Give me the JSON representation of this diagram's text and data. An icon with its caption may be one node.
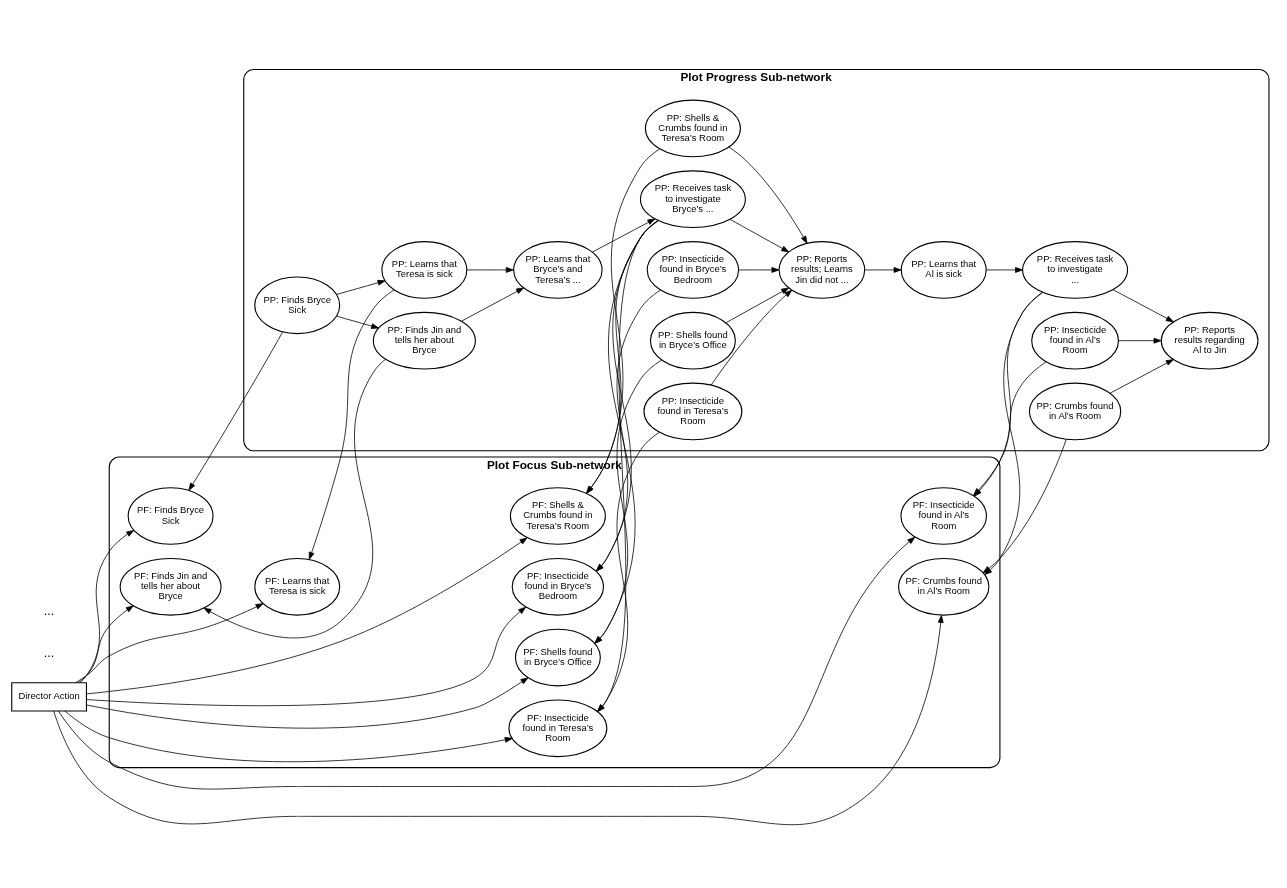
{
  "diagram": {
    "nodes": [
      {
        "text": [
          "Director Action"
        ]
      },
      {
        "text": [
          "Plot Focus Sub-network"
        ]
      },
      {
        "text": [
          "Plot Progress Sub-network"
        ]
      },
      {
        "text": [
          "PF: Insecticide found in Al’s Room"
        ],
        "in": 1
      },
      {
        "text": [
          "PF: Crumbs found in Al’s Room"
        ],
        "in": 1
      },
      {
        "text": [
          "PF: Insecticide found in Bryce’s Bedroom"
        ],
        "in": 1
      },
      {
        "text": [
          "PF: Shells found in Bryce’s Office"
        ],
        "in": 1
      },
      {
        "text": [
          "PF: Insecticide found in Teresa’s Room"
        ],
        "in": 1
      },
      {
        "text": [
          "PF: Shells & Crumbs found in Teresa’s Room"
        ],
        "in": 1
      },
      {
        "text": [
          "PF: Learns that Teresa is sick"
        ],
        "in": 1
      },
      {
        "text": [
          "PF: Finds Bryce Sick"
        ],
        "in": 1
      },
      {
        "text": [
          "PF: Finds Jin and tells her about Bryce"
        ],
        "in": 1
      },
      {
        "text": [
          "PP: Insecticide found in Al’s Room"
        ],
        "in": 2
      },
      {
        "text": [
          "PP: Reports results regarding Al to Jin"
        ],
        "in": 2
      },
      {
        "text": [
          "PP: Crumbs found in Al’s Room"
        ],
        "in": 2
      },
      {
        "text": [
          "PP: Receives task to investigate ..."
        ],
        "in": 2
      },
      {
        "text": [
          "PP: Insecticide found in Bryce’s Bedroom"
        ],
        "in": 2
      },
      {
        "text": [
          "PP: Learns that Al is sick"
        ],
        "in": 2
      },
      {
        "text": [
          "PP: Shells found in Bryce’s Office"
        ],
        "in": 2
      },
      {
        "text": [
          "PP: Reports results; Learns Jin did not ..."
        ],
        "in": 2
      },
      {
        "text": [
          "PP: Insecticide found in Teresa’s Room"
        ],
        "in": 2
      },
      {
        "text": [
          "PP: Receives task to investigate Bryce’s ..."
        ],
        "in": 2
      },
      {
        "text": [
          "PP: Shells & Crumbs found in Teresa’s Room"
        ],
        "in": 2
      },
      {
        "text": [
          "PP: Learns that Teresa is sick"
        ],
        "in": 2
      },
      {
        "text": [
          "PP: Finds Bryce Sick"
        ],
        "in": 2
      },
      {
        "text": [
          "PP: Finds Jin and tells her about Bryce"
        ],
        "in": 2
      },
      {
        "text": [
          "PP: Learns that Bryce’s and Teresa’s ..."
        ],
        "in": 2
      }
    ],
    "edges": [
      {
        "from": 0,
        "to": 3,
        "arrow": "to"
      },
      {
        "from": 0,
        "to": 4,
        "arrow": "to"
      },
      {
        "from": 0,
        "to": 5,
        "arrow": "to"
      },
      {
        "from": 0,
        "to": 6,
        "arrow": "to"
      },
      {
        "from": 0,
        "to": 7,
        "arrow": "to"
      },
      {
        "from": 0,
        "to": 8,
        "arrow": "to"
      },
      {
        "from": 0,
        "to": 9,
        "arrow": "to"
      },
      {
        "from": 0,
        "to": 10,
        "arrow": "to"
      },
      {
        "from": 0,
        "to": 11,
        "arrow": "to"
      },
      {
        "from": 12,
        "to": 3,
        "arrow": "to"
      },
      {
        "from": 15,
        "to": 3,
        "arrow": "to"
      },
      {
        "from": 14,
        "to": 4,
        "arrow": "to"
      },
      {
        "from": 15,
        "to": 4,
        "arrow": "to"
      },
      {
        "from": 16,
        "to": 5,
        "arrow": "to"
      },
      {
        "from": 21,
        "to": 5,
        "arrow": "to"
      },
      {
        "from": 18,
        "to": 6,
        "arrow": "to"
      },
      {
        "from": 21,
        "to": 6,
        "arrow": "to"
      },
      {
        "from": 20,
        "to": 7,
        "arrow": "to"
      },
      {
        "from": 21,
        "to": 7,
        "arrow": "to"
      },
      {
        "from": 22,
        "to": 8,
        "arrow": "to"
      },
      {
        "from": 21,
        "to": 8,
        "arrow": "to"
      },
      {
        "from": 23,
        "to": 9,
        "arrow": "to"
      },
      {
        "from": 24,
        "to": 10,
        "arrow": "to"
      },
      {
        "from": 25,
        "to": 11,
        "arrow": "to"
      },
      {
        "from": 12,
        "to": 13,
        "arrow": "to"
      },
      {
        "from": 14,
        "to": 13,
        "arrow": "to"
      },
      {
        "from": 15,
        "to": 13,
        "arrow": "to"
      },
      {
        "from": 17,
        "to": 15,
        "arrow": "to"
      },
      {
        "from": 19,
        "to": 17,
        "arrow": "to"
      },
      {
        "from": 16,
        "to": 19,
        "arrow": "to"
      },
      {
        "from": 18,
        "to": 19,
        "arrow": "to"
      },
      {
        "from": 20,
        "to": 19,
        "arrow": "to"
      },
      {
        "from": 22,
        "to": 19,
        "arrow": "to"
      },
      {
        "from": 21,
        "to": 19,
        "arrow": "to"
      },
      {
        "from": 26,
        "to": 21,
        "arrow": "to"
      },
      {
        "from": 24,
        "to": 23,
        "arrow": "to"
      },
      {
        "from": 24,
        "to": 25,
        "arrow": "to"
      },
      {
        "from": 23,
        "to": 26,
        "arrow": "to"
      },
      {
        "from": 25,
        "to": 26,
        "arrow": "to"
      }
    ],
    "labels": [
      "...",
      "..."
    ]
  }
}
